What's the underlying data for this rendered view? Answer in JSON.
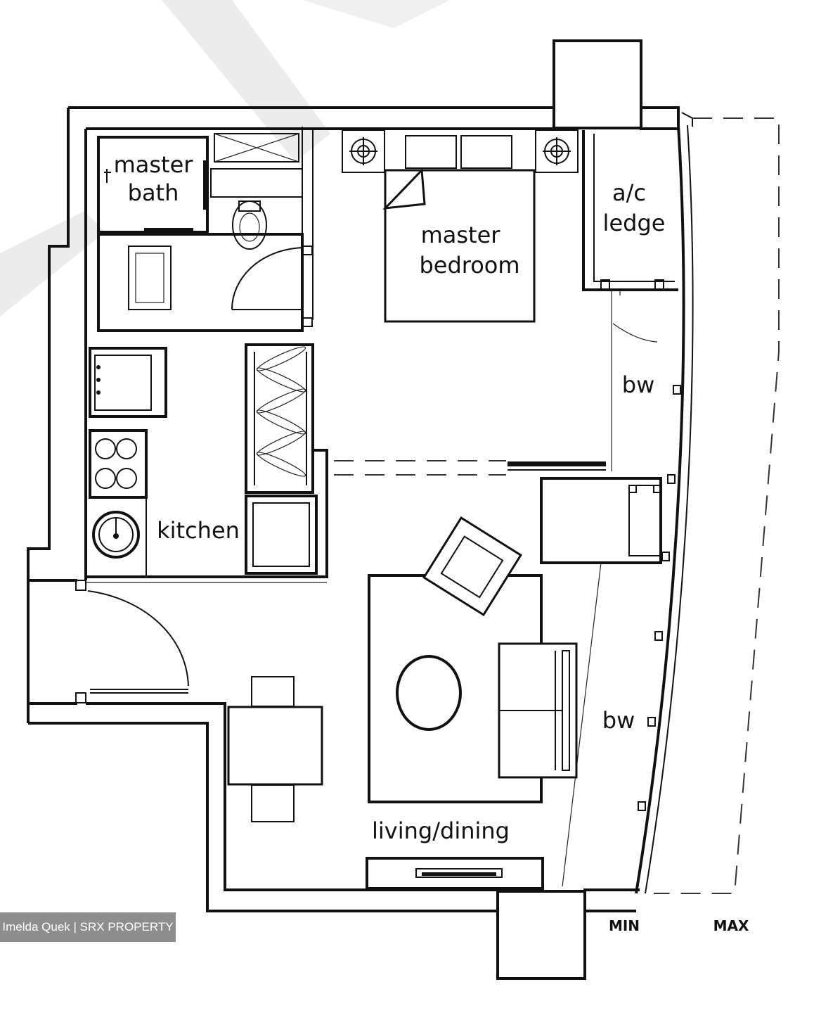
{
  "rooms": {
    "master_bath_line1": "master",
    "master_bath_line2": "bath",
    "master_bedroom_line1": "master",
    "master_bedroom_line2": "bedroom",
    "ac_ledge_line1": "a/c",
    "ac_ledge_line2": "ledge",
    "bw_upper": "bw",
    "bw_lower": "bw",
    "kitchen": "kitchen",
    "living_dining": "living/dining"
  },
  "dimensions": {
    "min_label": "MIN",
    "max_label": "MAX"
  },
  "watermark": {
    "text": "Imelda Quek | SRX PROPERTY"
  },
  "colors": {
    "line": "#111111",
    "background": "#ffffff",
    "watermark_bg": "#8d8d8d"
  }
}
